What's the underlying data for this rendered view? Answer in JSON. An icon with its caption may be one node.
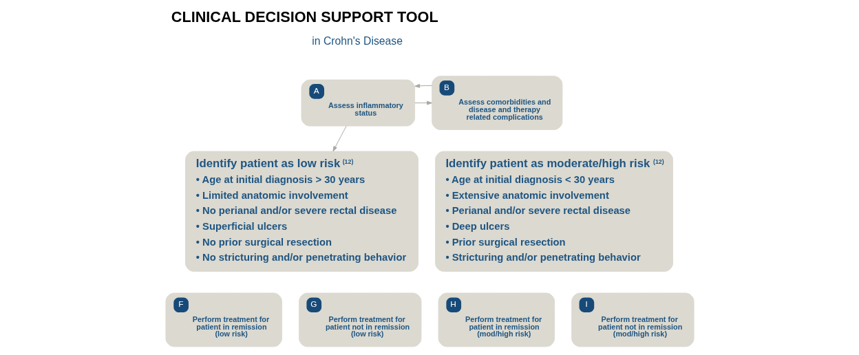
{
  "diagram": {
    "title": "CLINICAL DECISION SUPPORT TOOL",
    "nodes": [
      {
        "text": [
          "A",
          "Assess inflammatory status"
        ]
      },
      {
        "text": [
          "B",
          "Assess comorbidities and disease and therapy related complications"
        ]
      },
      {
        "text": [
          "Identify patient as low risk$^{(12)}$",
          "• Age at initial diagnosis > 30 years",
          "• Limited anatomic involvement",
          "• No perianal and/or severe rectal disease",
          "• Superficial ulcers",
          "• No prior surgical resection",
          "• No stricturing and/or penetrating behavior"
        ]
      },
      {
        "text": [
          "Identify patient as moderate/high risk$^{(12)}$",
          "• Age at initial diagnosis < 30 years",
          "• Extensive anatomic involvement",
          "• Perianal and/or severe rectal disease",
          "• Deep ulcers",
          "• Prior surgical resection",
          "• Stricturing and/or penetrating behavior"
        ]
      },
      {
        "text": [
          "F",
          "Perform treatment for patient in remission (low risk)"
        ]
      },
      {
        "text": [
          "G",
          "Perform treatment for patient not in remission (low risk)"
        ]
      },
      {
        "text": [
          "H",
          "Perform treatment for patient in remission (mod/high risk)"
        ]
      },
      {
        "text": [
          "I",
          "Perform treatment for patient not in remission (mod/high risk)"
        ]
      }
    ],
    "edges": [
      {
        "from": 0,
        "to": 1,
        "arrow": "to"
      },
      {
        "from": 1,
        "to": 0,
        "arrow": "to"
      },
      {
        "from": 0,
        "to": 2,
        "arrow": "to"
      }
    ],
    "labels": [
      "in Crohn's Disease"
    ]
  }
}
